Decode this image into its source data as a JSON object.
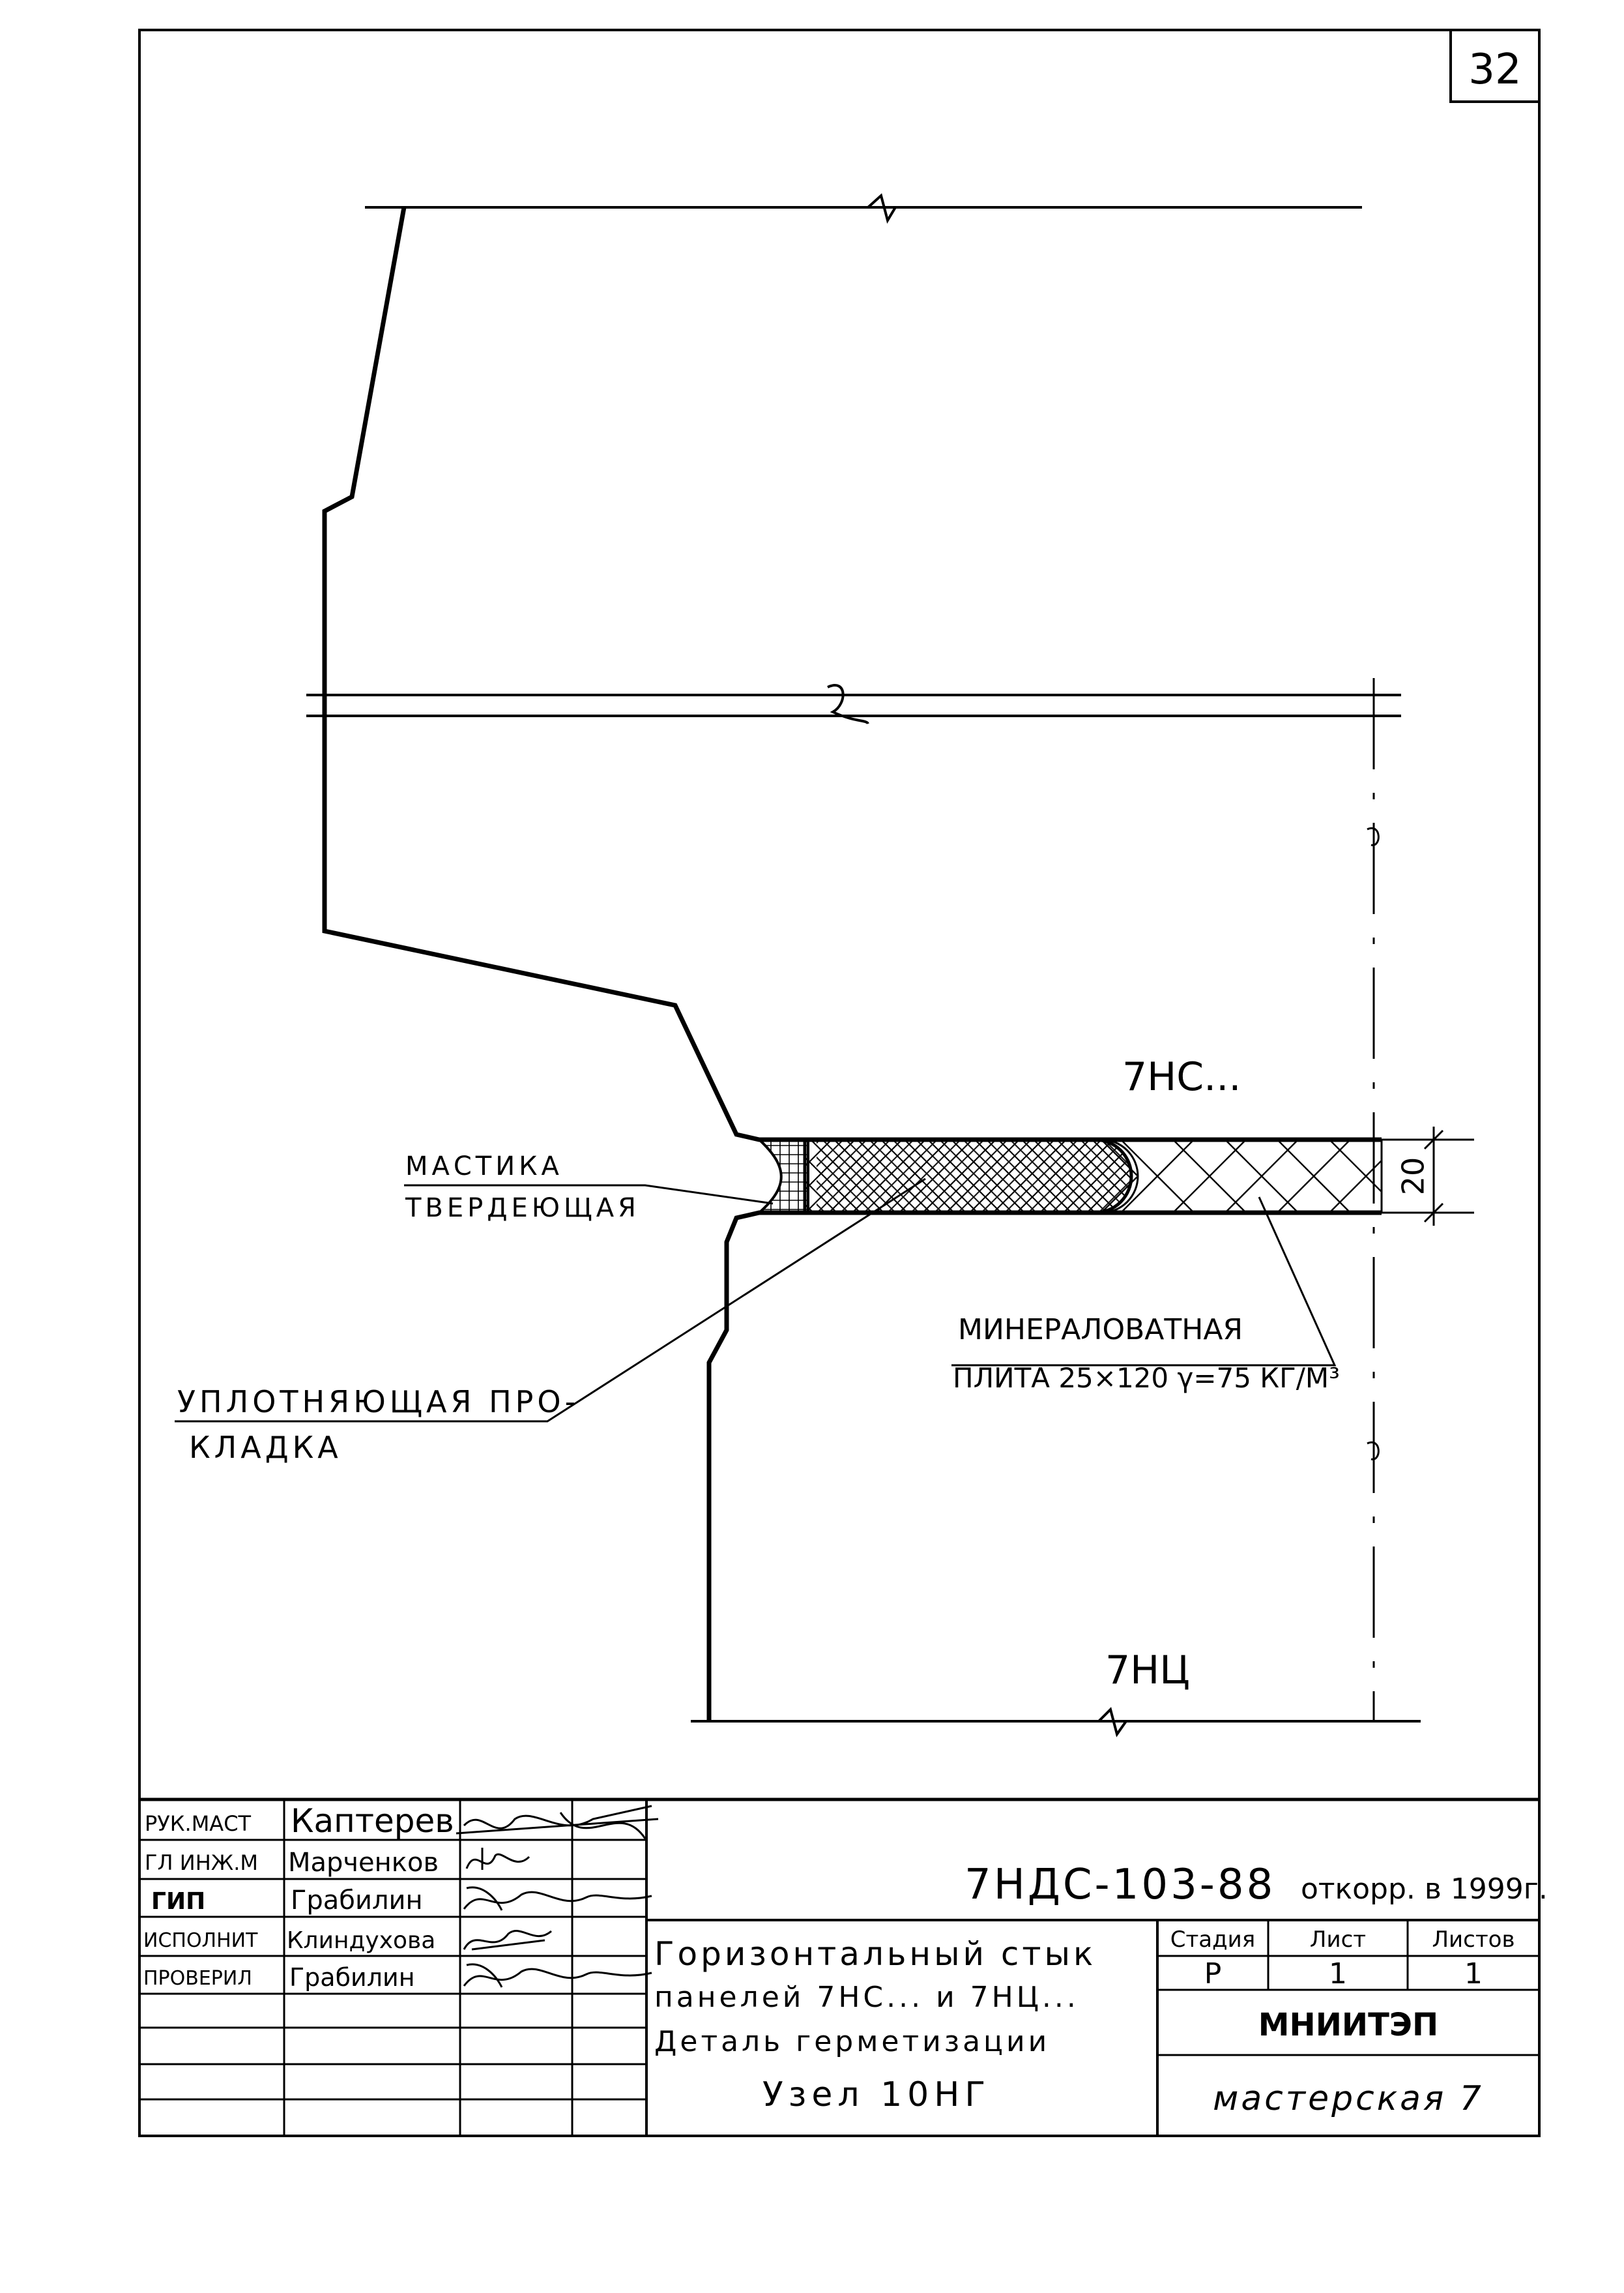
{
  "sheet_number": "32",
  "labels": {
    "upper_panel": "7НС...",
    "lower_panel": "7НЦ",
    "dimension": "20",
    "mastic_line1": "МАСТИКА",
    "mastic_line2": "ТВЕРДЕЮЩАЯ",
    "gasket_line1": "УПЛОТНЯЮЩАЯ ПРО-",
    "gasket_line2": "КЛАДКА",
    "mineral_line1": "МИНЕРАЛОВАТНАЯ",
    "mineral_line2": "ПЛИТА 25×120 γ=75 КГ/М³"
  },
  "title_block": {
    "roles": [
      "РУК.МАСТ",
      "ГЛ ИНЖ.М",
      "ГИП",
      "ИСПОЛНИТ",
      "ПРОВЕРИЛ"
    ],
    "names": [
      "Каптерев",
      "Марченков",
      "Грабилин",
      "Клиндухова",
      "Грабилин"
    ],
    "doc_code": "7НДС-103-88",
    "correction_note": "откорр. в 1999г.",
    "title_line1": "Горизонтальный стык",
    "title_line2": "панелей 7НС... и 7НЦ...",
    "title_line3": "Деталь герметизации",
    "title_line4": "Узел 10НГ",
    "stage_header": "Стадия",
    "sheet_header": "Лист",
    "sheets_header": "Листов",
    "stage_value": "Р",
    "sheet_value": "1",
    "sheets_value": "1",
    "organization": "МНИИТЭП",
    "workshop": "мастерская 7"
  }
}
